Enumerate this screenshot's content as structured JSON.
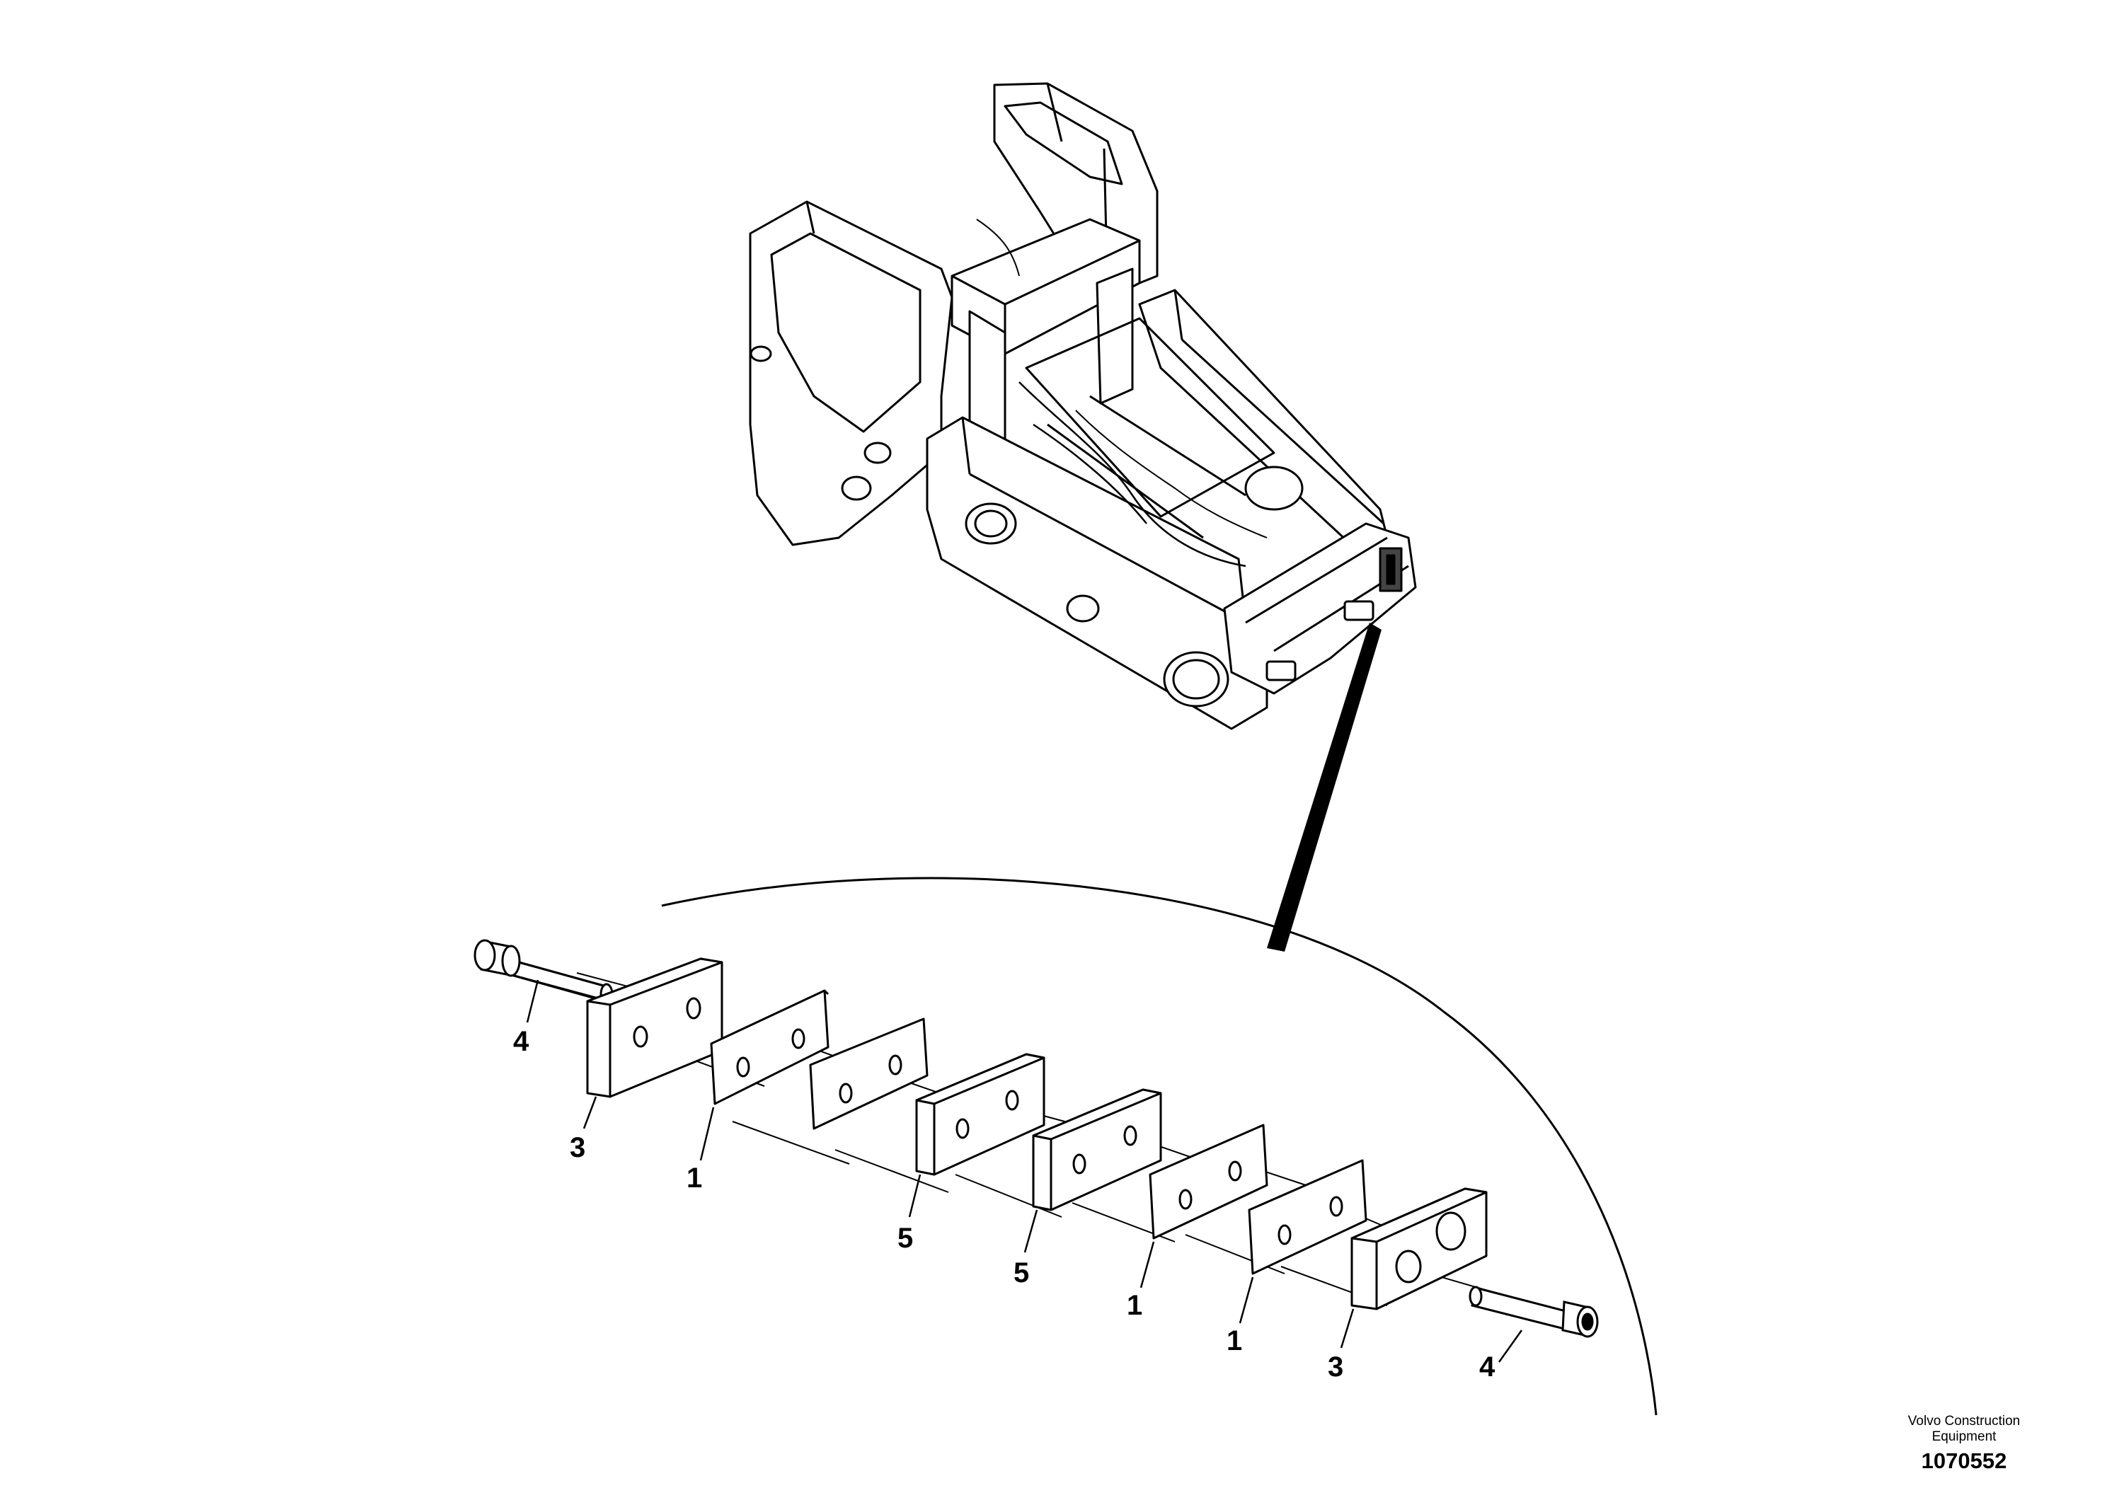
{
  "callouts": {
    "bolt_left": "4",
    "plate_left": "3",
    "shim_a": "1",
    "spacer_a": "5",
    "spacer_b": "5",
    "shim_b": "1",
    "shim_c": "1",
    "plate_right": "3",
    "bolt_right": "4"
  },
  "brand": {
    "line1": "Volvo Construction",
    "line2": "Equipment",
    "doc_number": "1070552"
  },
  "colors": {
    "ink": "#000000",
    "paper": "#ffffff"
  }
}
